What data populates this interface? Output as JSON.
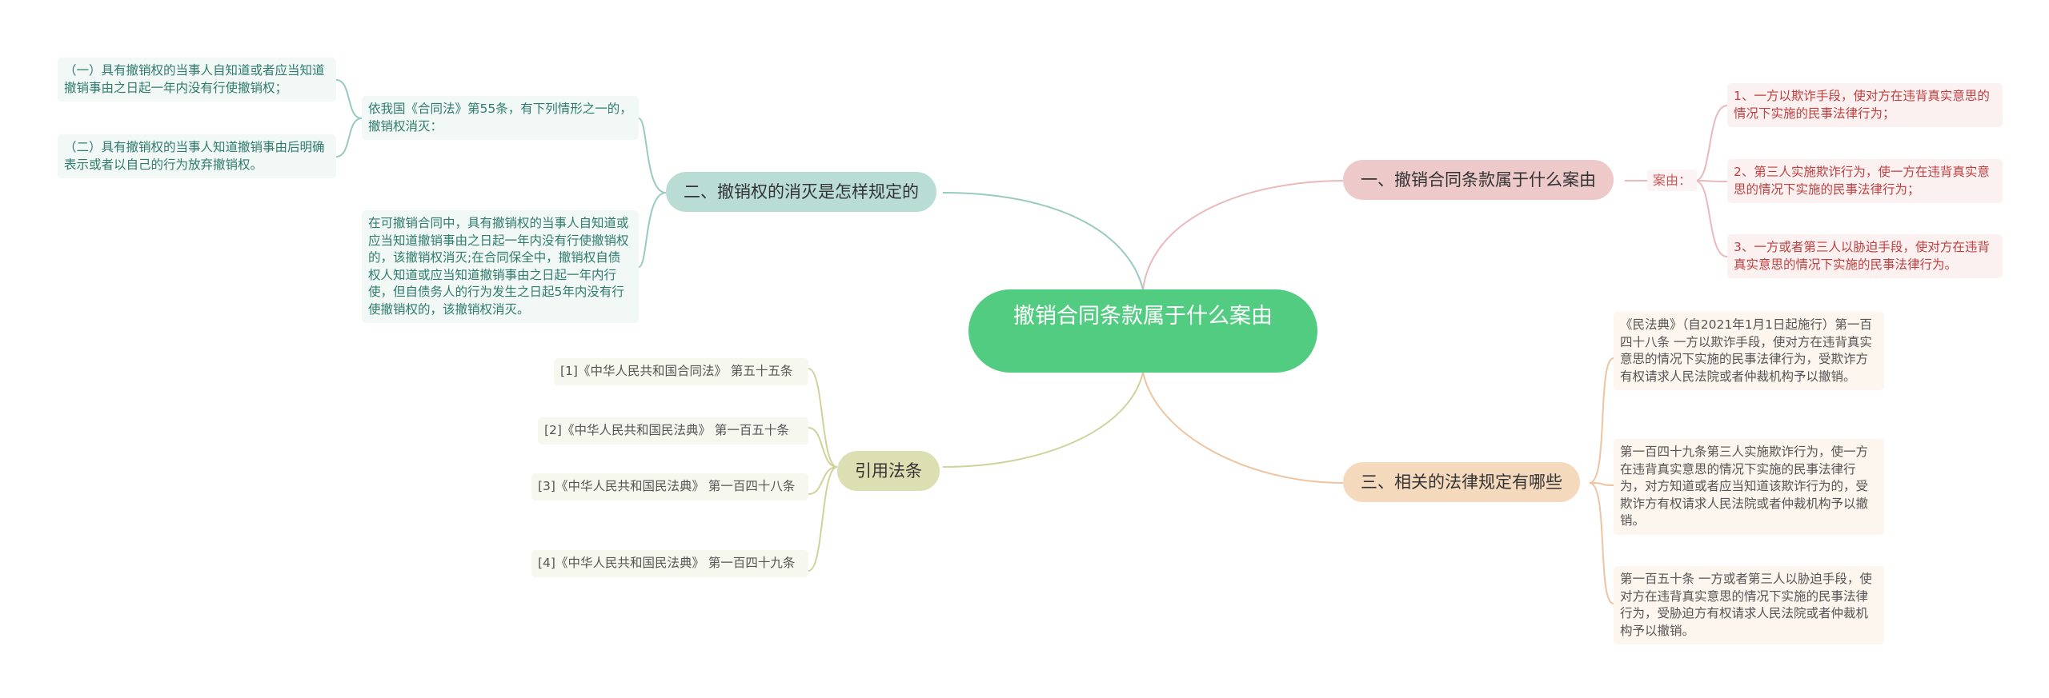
{
  "root": {
    "title": "撤销合同条款属于什么案由"
  },
  "branches": {
    "b1": {
      "label": "一、撤销合同条款属于什么案由",
      "sub_label": "案由：",
      "leaves": [
        "1、一方以欺诈手段，使对方在违背真实意思的情况下实施的民事法律行为；",
        "2、第三人实施欺诈行为，使一方在违背真实意思的情况下实施的民事法律行为；",
        "3、一方或者第三人以胁迫手段，使对方在违背真实意思的情况下实施的民事法律行为。"
      ]
    },
    "b2": {
      "label": "二、撤销权的消灭是怎样规定的",
      "intro": "依我国《合同法》第55条，有下列情形之一的，撤销权消灭：",
      "intro_children": [
        "（一）具有撤销权的当事人自知道或者应当知道撤销事由之日起一年内没有行使撤销权；",
        "（二）具有撤销权的当事人知道撤销事由后明确表示或者以自己的行为放弃撤销权。"
      ],
      "detail": "在可撤销合同中，具有撤销权的当事人自知道或应当知道撤销事由之日起一年内没有行使撤销权的，该撤销权消灭;在合同保全中，撤销权自债权人知道或应当知道撤销事由之日起一年内行使，但自债务人的行为发生之日起5年内没有行使撤销权的，该撤销权消灭。"
    },
    "b3": {
      "label": "引用法条",
      "leaves": [
        "[1]《中华人民共和国合同法》 第五十五条",
        "[2]《中华人民共和国民法典》 第一百五十条",
        "[3]《中华人民共和国民法典》 第一百四十八条",
        "[4]《中华人民共和国民法典》 第一百四十九条"
      ]
    },
    "b4": {
      "label": "三、相关的法律规定有哪些",
      "leaves": [
        "《民法典》（自2021年1月1日起施行）第一百四十八条 一方以欺诈手段，使对方在违背真实意思的情况下实施的民事法律行为，受欺诈方有权请求人民法院或者仲裁机构予以撤销。",
        "第一百四十九条第三人实施欺诈行为，使一方在违背真实意思的情况下实施的民事法律行为，对方知道或者应当知道该欺诈行为的，受欺诈方有权请求人民法院或者仲裁机构予以撤销。",
        "第一百五十条 一方或者第三人以胁迫手段，使对方在违背真实意思的情况下实施的民事法律行为，受胁迫方有权请求人民法院或者仲裁机构予以撤销。"
      ]
    }
  },
  "colors": {
    "root": "#52cc80",
    "branch1": "#edc9ca",
    "branch2": "#b9ddd5",
    "branch3": "#dbdfb2",
    "branch4": "#f4d9bd"
  }
}
